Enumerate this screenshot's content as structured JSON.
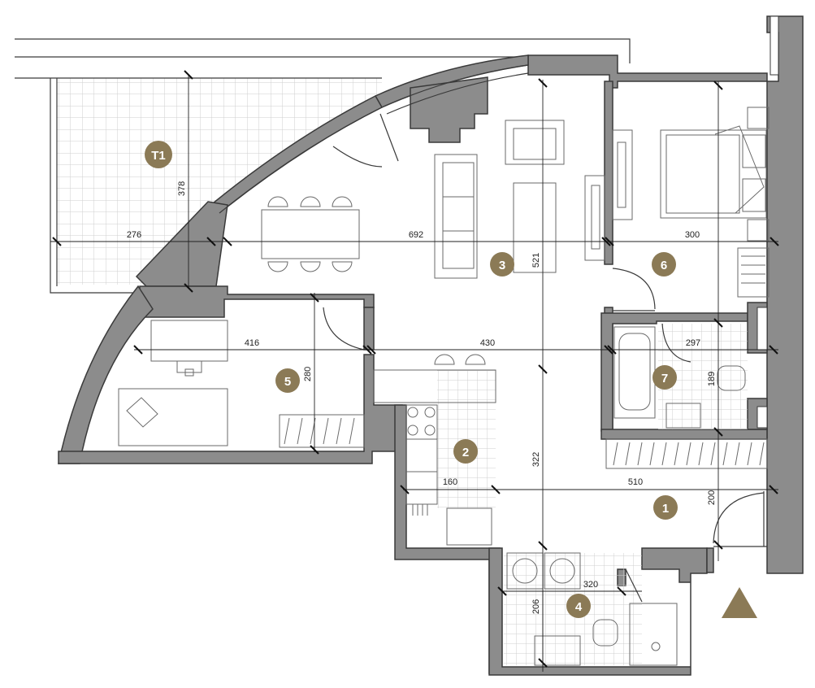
{
  "plan": {
    "rooms": [
      {
        "id": "T1",
        "label": "T1"
      },
      {
        "id": "1",
        "label": "1"
      },
      {
        "id": "2",
        "label": "2"
      },
      {
        "id": "3",
        "label": "3"
      },
      {
        "id": "4",
        "label": "4"
      },
      {
        "id": "5",
        "label": "5"
      },
      {
        "id": "6",
        "label": "6"
      },
      {
        "id": "7",
        "label": "7"
      }
    ],
    "dimensions": {
      "terrace_depth": "378",
      "terrace_width": "276",
      "living_width": "692",
      "bedroom_width": "300",
      "living_depth": "521",
      "study_width": "416",
      "study_depth": "280",
      "hall_width": "430",
      "bath_width": "297",
      "bath_depth": "189",
      "kitchen_depth": "322",
      "kitchen_width": "160",
      "entry_width": "510",
      "entry_depth": "200",
      "laundry_width": "320",
      "laundry_depth": "206"
    },
    "colors": {
      "badge": "#8b7a56",
      "wall": "#8c8c8c",
      "tile": "#c9c9c9"
    },
    "north_icon": "north-arrow-icon"
  }
}
